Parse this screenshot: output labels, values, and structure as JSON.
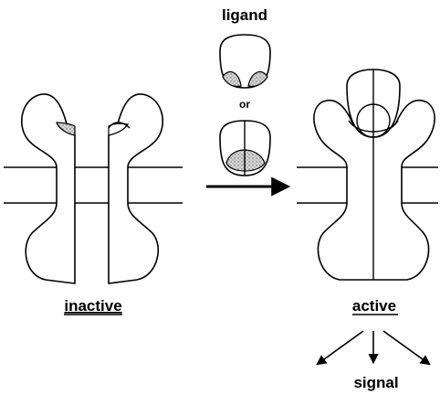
{
  "labels": {
    "ligand": "ligand",
    "or": "or",
    "inactive": "inactive",
    "active": "active",
    "signal": "signal"
  },
  "colors": {
    "stroke": "#000000",
    "fill": "#ffffff",
    "stipple": "#8a8a8a"
  }
}
